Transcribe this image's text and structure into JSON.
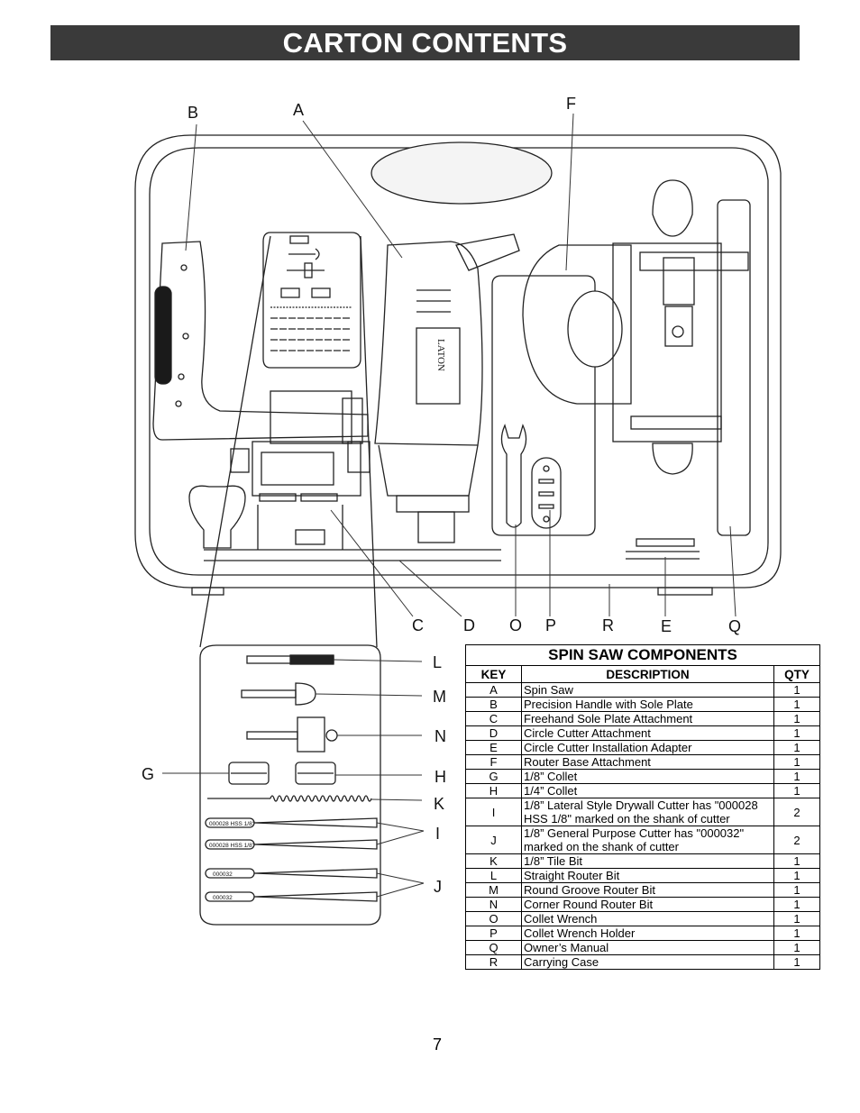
{
  "page": {
    "title": "CARTON CONTENTS",
    "page_number": "7"
  },
  "callouts": {
    "A": "A",
    "B": "B",
    "C": "C",
    "D": "D",
    "E": "E",
    "F": "F",
    "G": "G",
    "H": "H",
    "I": "I",
    "J": "J",
    "K": "K",
    "L": "L",
    "M": "M",
    "N": "N",
    "O": "O",
    "P": "P",
    "Q": "Q",
    "R": "R"
  },
  "bit_markings": {
    "lateral_1": "000028 HSS 1/8\"",
    "lateral_2": "000028 HSS 1/8\"",
    "general_1": "000032",
    "general_2": "000032"
  },
  "case_label": "LATON",
  "components_table": {
    "title": "SPIN SAW COMPONENTS",
    "headers": {
      "key": "KEY",
      "description": "DESCRIPTION",
      "qty": "QTY"
    },
    "rows": [
      {
        "key": "A",
        "description": "Spin Saw",
        "qty": "1"
      },
      {
        "key": "B",
        "description": "Precision Handle with Sole Plate",
        "qty": "1"
      },
      {
        "key": "C",
        "description": "Freehand Sole Plate Attachment",
        "qty": "1"
      },
      {
        "key": "D",
        "description": "Circle Cutter Attachment",
        "qty": "1"
      },
      {
        "key": "E",
        "description": "Circle Cutter Installation Adapter",
        "qty": "1"
      },
      {
        "key": "F",
        "description": "Router Base Attachment",
        "qty": "1"
      },
      {
        "key": "G",
        "description": "1/8” Collet",
        "qty": "1"
      },
      {
        "key": "H",
        "description": "1/4” Collet",
        "qty": "1"
      },
      {
        "key": "I",
        "description": "1/8” Lateral Style Drywall Cutter has \"000028 HSS 1/8\" marked on the shank of cutter",
        "qty": "2"
      },
      {
        "key": "J",
        "description": "1/8” General Purpose Cutter has \"000032\" marked on the shank of cutter",
        "qty": "2"
      },
      {
        "key": "K",
        "description": "1/8” Tile Bit",
        "qty": "1"
      },
      {
        "key": "L",
        "description": "Straight Router Bit",
        "qty": "1"
      },
      {
        "key": "M",
        "description": "Round Groove Router Bit",
        "qty": "1"
      },
      {
        "key": "N",
        "description": "Corner Round Router Bit",
        "qty": "1"
      },
      {
        "key": "O",
        "description": "Collet Wrench",
        "qty": "1"
      },
      {
        "key": "P",
        "description": "Collet Wrench Holder",
        "qty": "1"
      },
      {
        "key": "Q",
        "description": "Owner’s Manual",
        "qty": "1"
      },
      {
        "key": "R",
        "description": "Carrying Case",
        "qty": "1"
      }
    ]
  }
}
